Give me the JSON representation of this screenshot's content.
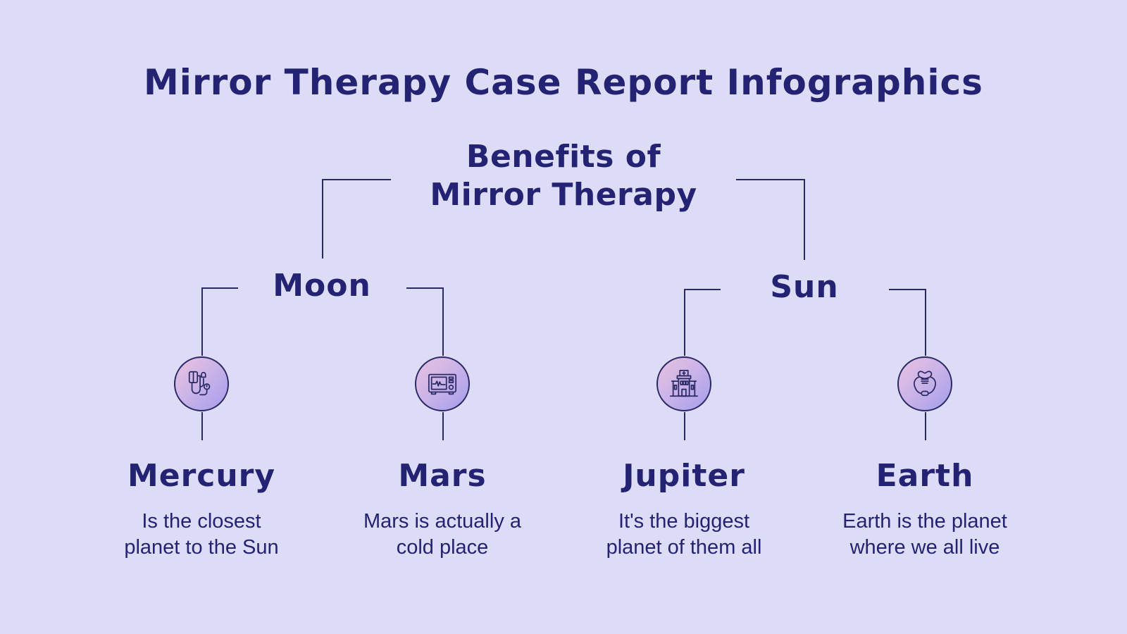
{
  "title": "Mirror Therapy Case Report Infographics",
  "root": {
    "line1": "Benefits of",
    "line2": "Mirror Therapy"
  },
  "branches": [
    {
      "label": "Moon"
    },
    {
      "label": "Sun"
    }
  ],
  "leaves": [
    {
      "title": "Mercury",
      "desc_line1": "Is the closest",
      "desc_line2": "planet to the Sun",
      "icon": "blood-pressure-monitor-icon"
    },
    {
      "title": "Mars",
      "desc_line1": "Mars is actually a",
      "desc_line2": "cold place",
      "icon": "heart-monitor-icon"
    },
    {
      "title": "Jupiter",
      "desc_line1": "It's the biggest",
      "desc_line2": "planet of them all",
      "icon": "hospital-icon"
    },
    {
      "title": "Earth",
      "desc_line1": "Earth is the planet",
      "desc_line2": "where we all live",
      "icon": "thyroid-icon"
    }
  ],
  "colors": {
    "background": "#DDDCF7",
    "text": "#232273",
    "lines": "#2A2966",
    "circle_gradient": [
      "#EBC2DF",
      "#A49DEB"
    ]
  }
}
